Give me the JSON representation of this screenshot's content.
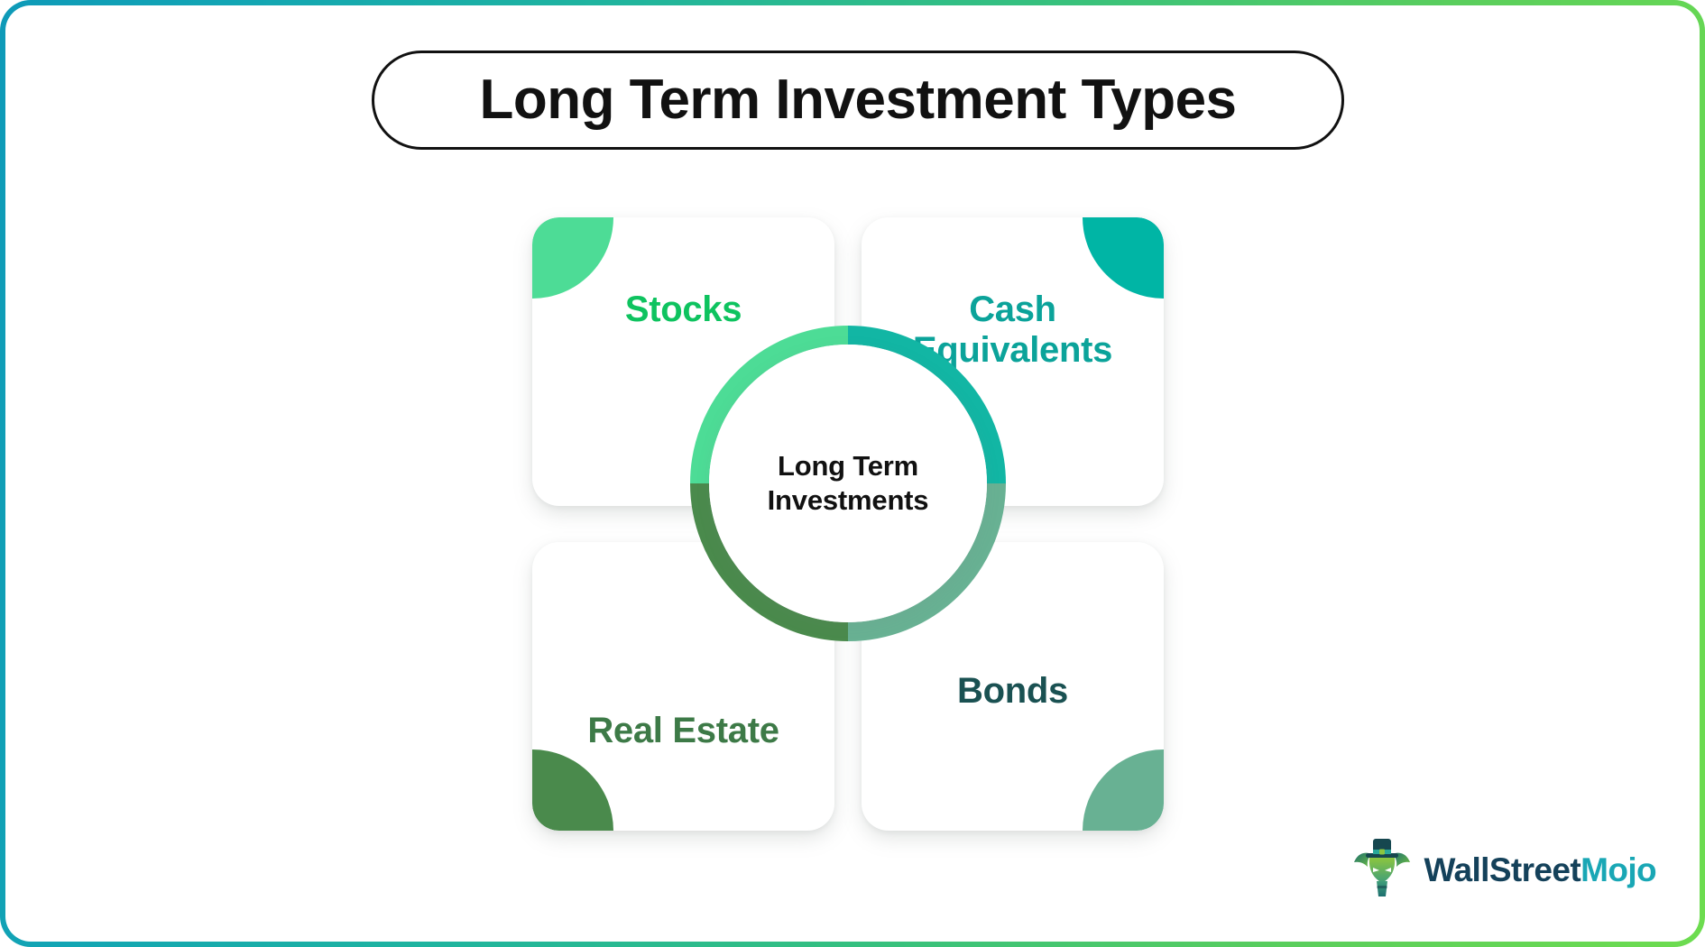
{
  "page": {
    "title": "Long Term Investment Types",
    "frame_gradient_start": "#0e9ab8",
    "frame_gradient_end": "#6ddc4f",
    "background": "#ffffff"
  },
  "center": {
    "label_line1": "Long Term",
    "label_line2": "Investments",
    "label_full": "Long Term Investments",
    "text_color": "#111111",
    "ring_colors": {
      "top_left": "#4ddc96",
      "top_right": "#12b6a4",
      "bottom_left": "#4a8a4c",
      "bottom_right": "#68b193"
    }
  },
  "cards": [
    {
      "key": "stocks",
      "label": "Stocks",
      "text_color": "#0ec35f",
      "accent_color": "#4ddc96",
      "accent_corner": "top-left",
      "position": "top-left"
    },
    {
      "key": "cash-equivalents",
      "label": "Cash Equivalents",
      "text_color": "#0ba39a",
      "accent_color": "#00b5a5",
      "accent_corner": "top-right",
      "position": "top-right"
    },
    {
      "key": "real-estate",
      "label": "Real Estate",
      "text_color": "#3d7a47",
      "accent_color": "#4a8a4c",
      "accent_corner": "bottom-left",
      "position": "bottom-left"
    },
    {
      "key": "bonds",
      "label": "Bonds",
      "text_color": "#1a5152",
      "accent_color": "#68b193",
      "accent_corner": "bottom-right",
      "position": "bottom-right"
    }
  ],
  "logo": {
    "mascot_alt": "bull-mascot-with-top-hat",
    "word_primary": "WallStreet",
    "word_secondary": "Mojo",
    "color_primary": "#14415a",
    "color_secondary": "#19a7b5"
  }
}
